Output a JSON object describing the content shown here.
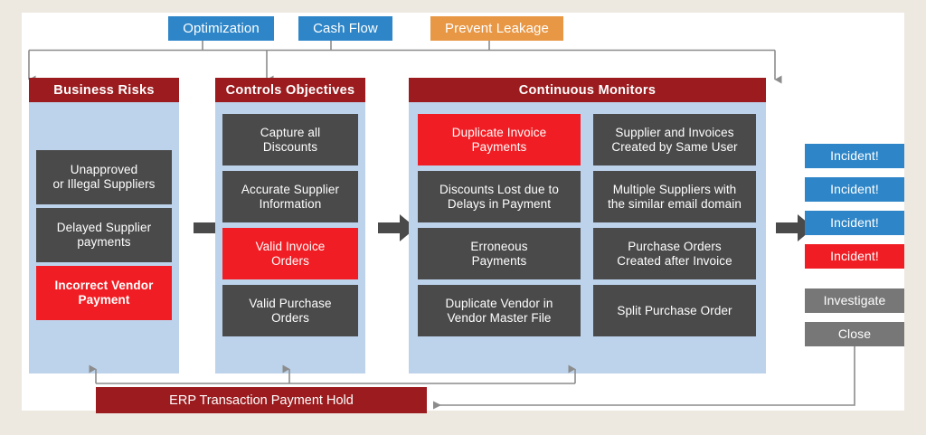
{
  "colors": {
    "page_border": "#EDE8E0",
    "canvas": "#FFFFFF",
    "maroon": "#9B1B1E",
    "panel_blue": "#BDD3EC",
    "tile_gray": "#4A4A4A",
    "alert_red": "#F01E24",
    "accent_blue": "#2E86C8",
    "accent_orange": "#E89745",
    "button_gray": "#777777",
    "wire_gray": "#8C8C8C"
  },
  "drivers": [
    {
      "label": "Optimization",
      "style": "blue"
    },
    {
      "label": "Cash Flow",
      "style": "blue"
    },
    {
      "label": "Prevent Leakage",
      "style": "orange"
    }
  ],
  "panels": [
    {
      "title": "Business Risks",
      "items": [
        {
          "label": "Unapproved\nor Illegal Suppliers",
          "style": "gray"
        },
        {
          "label": "Delayed Supplier\npayments",
          "style": "gray"
        },
        {
          "label": "Incorrect Vendor\nPayment",
          "style": "red"
        }
      ]
    },
    {
      "title": "Controls Objectives",
      "items": [
        {
          "label": "Capture all\nDiscounts",
          "style": "gray"
        },
        {
          "label": "Accurate Supplier\nInformation",
          "style": "gray"
        },
        {
          "label": "Valid Invoice\nOrders",
          "style": "red"
        },
        {
          "label": "Valid Purchase\nOrders",
          "style": "gray"
        }
      ]
    },
    {
      "title": "Continuous Monitors",
      "items_left": [
        {
          "label": "Duplicate Invoice\nPayments",
          "style": "red"
        },
        {
          "label": "Discounts Lost due to\nDelays in Payment",
          "style": "gray"
        },
        {
          "label": "Erroneous\nPayments",
          "style": "gray"
        },
        {
          "label": "Duplicate Vendor in\nVendor Master File",
          "style": "gray"
        }
      ],
      "items_right": [
        {
          "label": "Supplier and Invoices\nCreated by Same User",
          "style": "gray"
        },
        {
          "label": "Multiple Suppliers with\nthe similar email domain",
          "style": "gray"
        },
        {
          "label": "Purchase Orders\nCreated after Invoice",
          "style": "gray"
        },
        {
          "label": "Split Purchase Order",
          "style": "gray"
        }
      ]
    }
  ],
  "outcomes": {
    "incidents": [
      {
        "label": "Incident!",
        "style": "blue"
      },
      {
        "label": "Incident!",
        "style": "blue"
      },
      {
        "label": "Incident!",
        "style": "blue"
      },
      {
        "label": "Incident!",
        "style": "red"
      }
    ],
    "actions": [
      {
        "label": "Investigate"
      },
      {
        "label": "Close"
      }
    ]
  },
  "bottom_bar": {
    "label": "ERP Transaction Payment Hold"
  }
}
